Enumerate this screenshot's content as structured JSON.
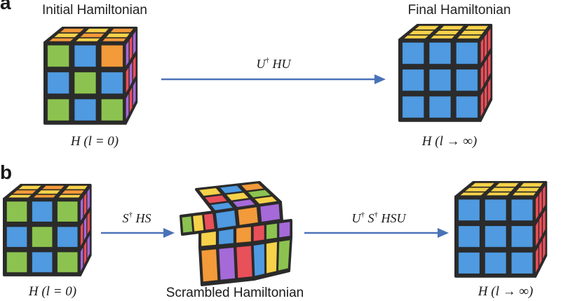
{
  "panel_a": {
    "label": "a",
    "initial_title": "Initial Hamiltonian",
    "final_title": "Final Hamiltonian",
    "arrow_label": {
      "pre": "U",
      "dagger": "†",
      "post": " HU"
    },
    "initial_caption": "H (l = 0)",
    "final_caption": "H (l → ∞)"
  },
  "panel_b": {
    "label": "b",
    "arrow1_label": {
      "pre": "S",
      "dagger": "†",
      "post": " HS"
    },
    "arrow2_label": {
      "pre": "U",
      "dagger": "†",
      "mid": " S",
      "dagger2": "†",
      "post": " HSU"
    },
    "caption_left": "H (l = 0)",
    "caption_mid": "Scrambled Hamiltonian",
    "caption_right": "H (l → ∞)"
  },
  "colors": {
    "arrow": "#4a72b8",
    "cube_body": "#2b2b2b",
    "yellow": "#f6d24a",
    "orange": "#f39a3a",
    "blue": "#4f9ae0",
    "red": "#e8505a",
    "green": "#8cc350",
    "purple": "#a56ad8"
  }
}
